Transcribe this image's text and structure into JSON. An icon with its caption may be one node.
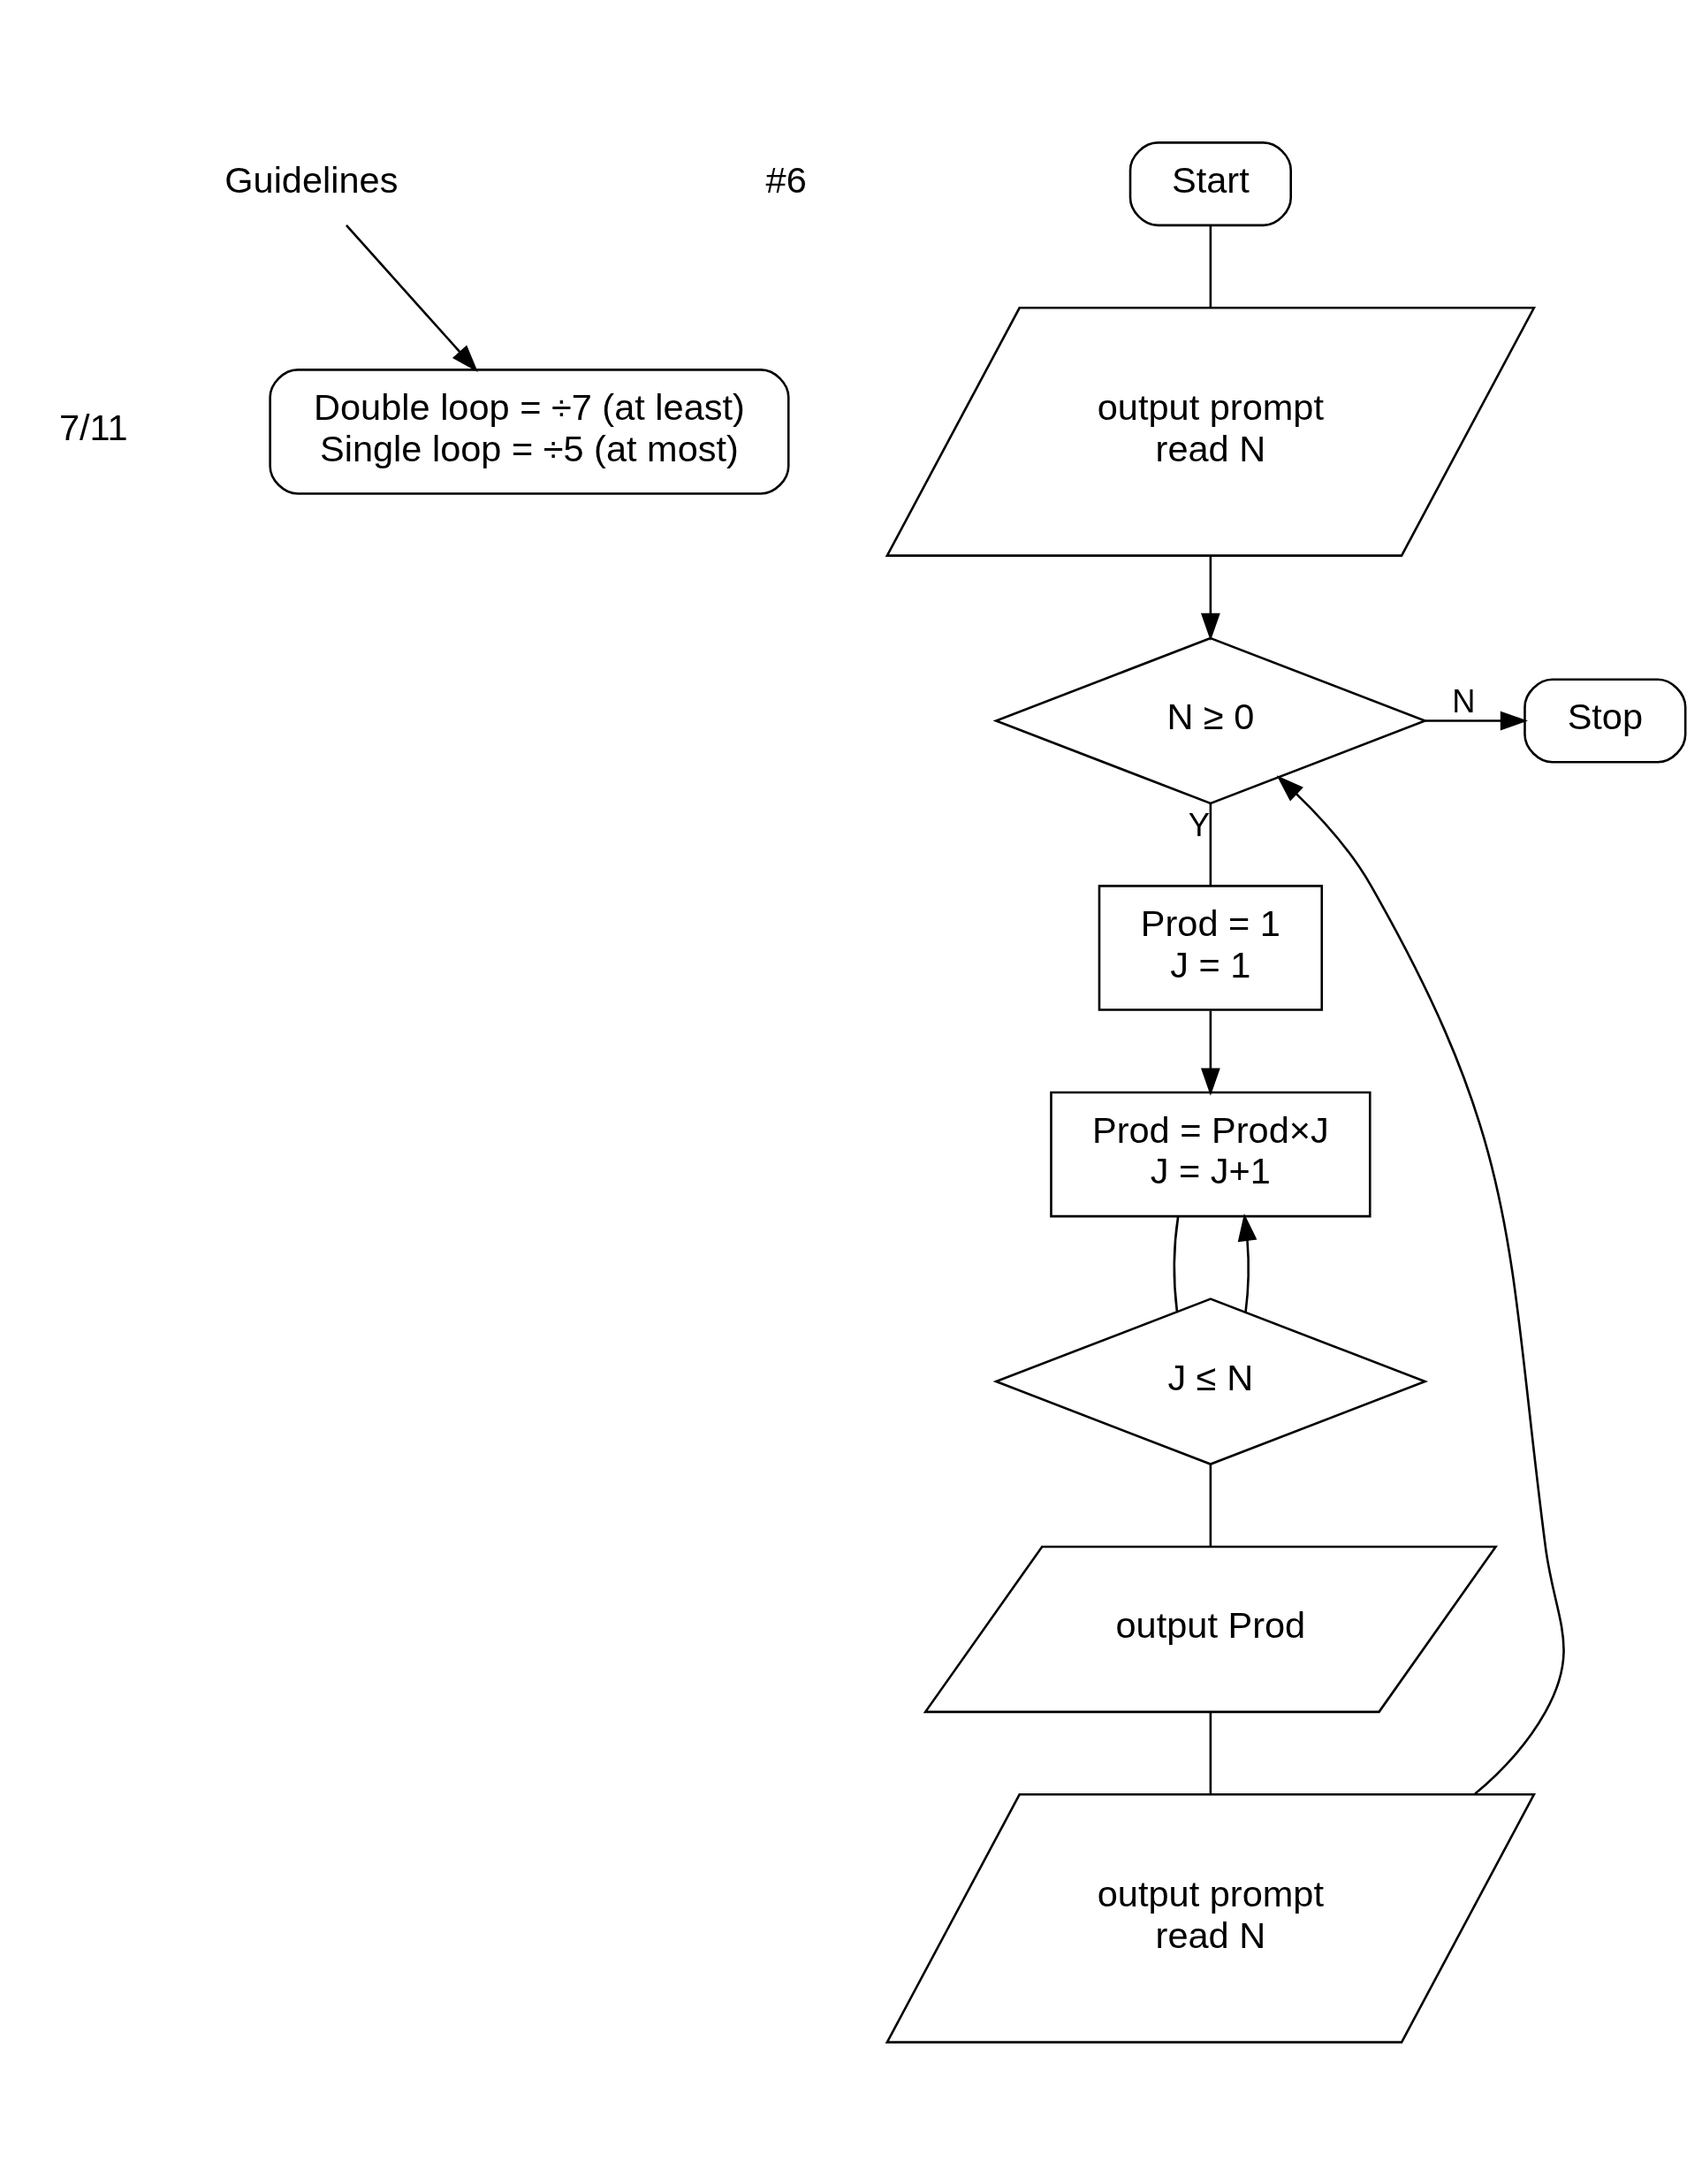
{
  "diagram": {
    "nodes": [
      {
        "text": [
          "Start"
        ]
      },
      {
        "text": [
          "output prompt",
          "read N"
        ]
      },
      {
        "text": [
          "N ≥ 0"
        ]
      },
      {
        "text": [
          "Stop"
        ]
      },
      {
        "text": [
          "Prod = 1",
          "J = 1"
        ]
      },
      {
        "text": [
          "Prod = Prod×J",
          "J = J+1"
        ]
      },
      {
        "text": [
          "J ≤ N"
        ]
      },
      {
        "text": [
          "output Prod"
        ]
      },
      {
        "text": [
          "output prompt",
          "read N"
        ]
      },
      {
        "text": [
          "Guidelines"
        ]
      },
      {
        "text": [
          "Double loop = ÷7 (at least)",
          "Single loop = ÷5 (at most)"
        ]
      }
    ],
    "edges": [
      {
        "from": 0,
        "to": 1,
        "arrow": "none"
      },
      {
        "from": 1,
        "to": 2,
        "arrow": "to"
      },
      {
        "from": 2,
        "to": 3,
        "arrow": "to",
        "label": "N"
      },
      {
        "from": 2,
        "to": 4,
        "arrow": "none",
        "label": "Y"
      },
      {
        "from": 4,
        "to": 5,
        "arrow": "to"
      },
      {
        "from": 5,
        "to": 6,
        "arrow": "none"
      },
      {
        "from": 6,
        "to": 5,
        "arrow": "to"
      },
      {
        "from": 6,
        "to": 7,
        "arrow": "none"
      },
      {
        "from": 7,
        "to": 8,
        "arrow": "none"
      },
      {
        "from": 8,
        "to": 2,
        "arrow": "to"
      },
      {
        "from": 9,
        "to": 10,
        "arrow": "to"
      }
    ],
    "labels": [
      "7/11",
      "#6"
    ]
  }
}
